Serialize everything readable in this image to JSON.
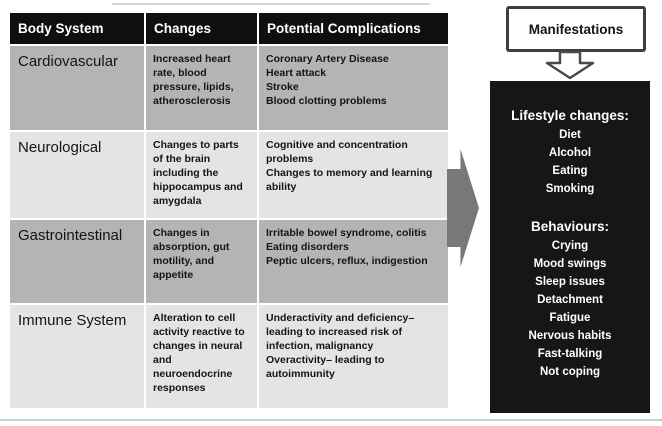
{
  "table": {
    "headers": [
      "Body System",
      "Changes",
      "Potential Complications"
    ],
    "rows": [
      {
        "system": "Cardiovascular",
        "changes": "Increased heart rate, blood pressure, lipids, atherosclerosis",
        "complications": [
          "Coronary Artery Disease",
          "Heart attack",
          "Stroke",
          "Blood clotting problems"
        ]
      },
      {
        "system": "Neurological",
        "changes": "Changes to parts of the brain including the hippocampus and amygdala",
        "complications": [
          "Cognitive and concentration problems",
          "Changes to memory and learning ability"
        ]
      },
      {
        "system": "Gastrointestinal",
        "changes": "Changes in absorption, gut motility, and appetite",
        "complications": [
          "Irritable bowel syndrome, colitis",
          "Eating disorders",
          "Peptic ulcers, reflux, indigestion"
        ]
      },
      {
        "system": "Immune System",
        "changes": "Alteration to cell activity reactive to changes in neural and neuroendocrine responses",
        "complications": [
          "Underactivity and deficiency– leading to increased risk of infection, malignancy",
          "Overactivity– leading to autoimmunity"
        ]
      }
    ]
  },
  "callout": {
    "label": "Manifestations"
  },
  "panel": {
    "sections": [
      {
        "heading": "Lifestyle changes:",
        "items": [
          "Diet",
          "Alcohol",
          "Eating",
          "Smoking"
        ]
      },
      {
        "heading": "Behaviours:",
        "items": [
          "Crying",
          "Mood swings",
          "Sleep issues",
          "Detachment",
          "Fatigue",
          "Nervous habits",
          "Fast-talking",
          "Not coping"
        ]
      }
    ]
  },
  "icons": {
    "flow_arrow": "right-block-arrow",
    "callout_arrow": "down-block-arrow"
  },
  "colors": {
    "header_bg": "#0f0f0f",
    "row_dark": "#b4b4b4",
    "row_light": "#e4e4e4",
    "panel_bg": "#161616",
    "arrow": "#787878"
  }
}
